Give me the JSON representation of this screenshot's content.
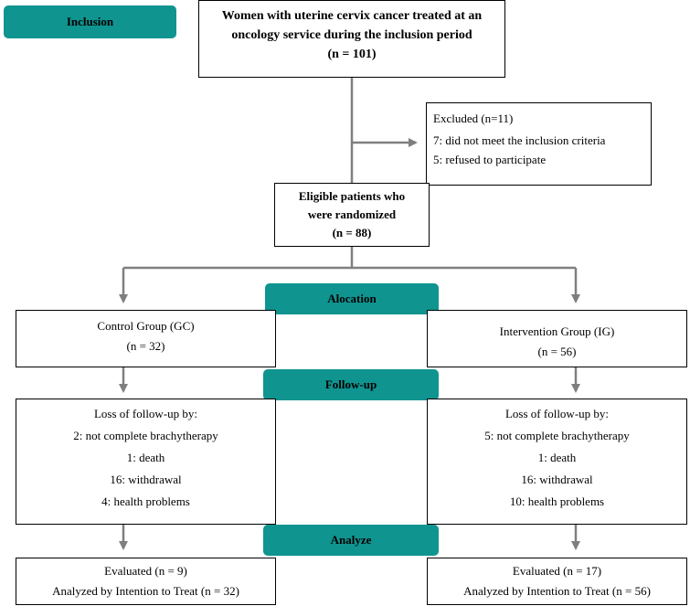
{
  "phases": {
    "inclusion": "Inclusion",
    "alocation": "Alocation",
    "follow_up": "Follow-up",
    "analyze": "Analyze"
  },
  "top_box": {
    "line1": "Women with uterine cervix cancer treated at an",
    "line2": "oncology service during the inclusion period",
    "line3": "(n = 101)"
  },
  "excluded_box": {
    "title": "Excluded (n=11)",
    "reason1": "7: did not meet the inclusion criteria",
    "reason2": "5: refused to participate"
  },
  "eligible_box": {
    "line1": "Eligible patients who",
    "line2": "were randomized",
    "line3": "(n = 88)"
  },
  "control_group": {
    "title": "Control Group (GC)",
    "n": "(n = 32)",
    "loss_title": "Loss of follow-up by:",
    "loss": [
      "2: not complete brachytherapy",
      "1: death",
      "16: withdrawal",
      "4: health problems"
    ],
    "evaluated": "Evaluated (n = 9)",
    "analyzed": "Analyzed by Intention to Treat (n = 32)"
  },
  "intervention_group": {
    "title": "Intervention Group (IG)",
    "n": "(n = 56)",
    "loss_title": "Loss of follow-up by:",
    "loss": [
      "5: not complete brachytherapy",
      "1: death",
      "16: withdrawal",
      "10: health problems"
    ],
    "evaluated": "Evaluated (n = 17)",
    "analyzed": "Analyzed by Intention to Treat (n = 56)"
  },
  "colors": {
    "phase_fill": "#0f9490",
    "arrow": "#7f7f7f"
  }
}
